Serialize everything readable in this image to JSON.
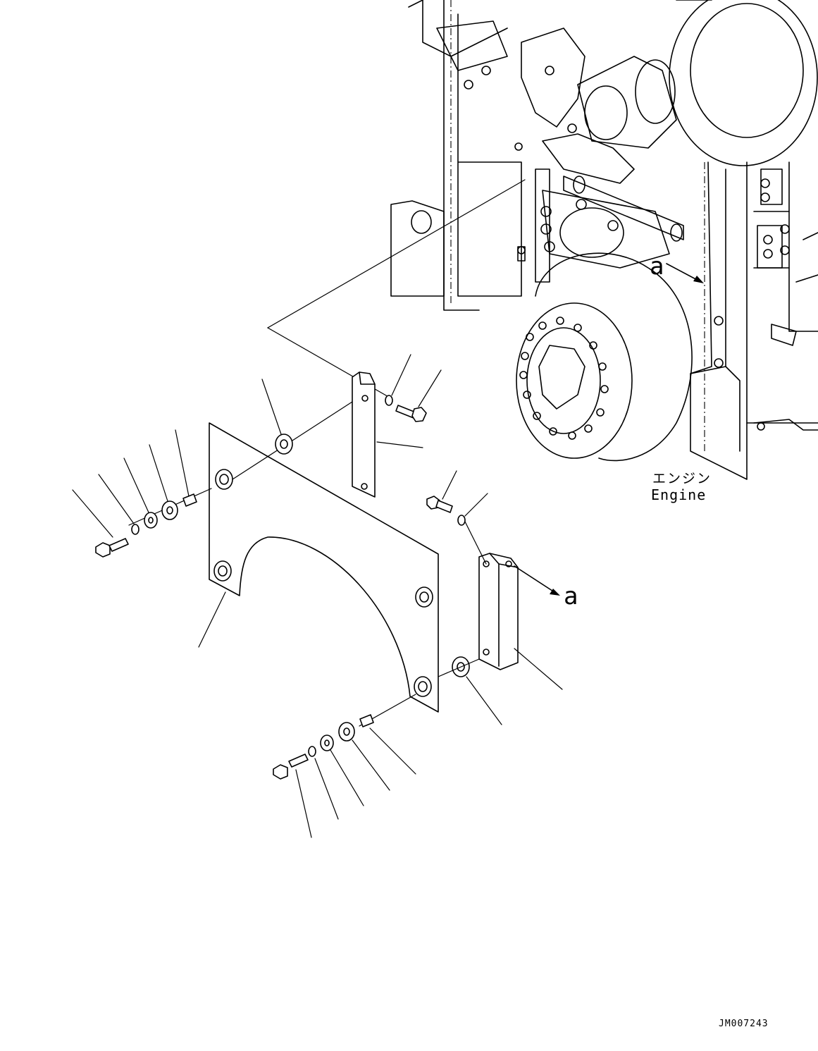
{
  "labels": {
    "arrow_a_engine": "a",
    "arrow_a_bracket": "a",
    "engine_jp": "エンジン",
    "engine_en": "Engine",
    "drawing_code": "JM007243"
  },
  "colors": {
    "line": "#000000",
    "background": "#ffffff"
  }
}
